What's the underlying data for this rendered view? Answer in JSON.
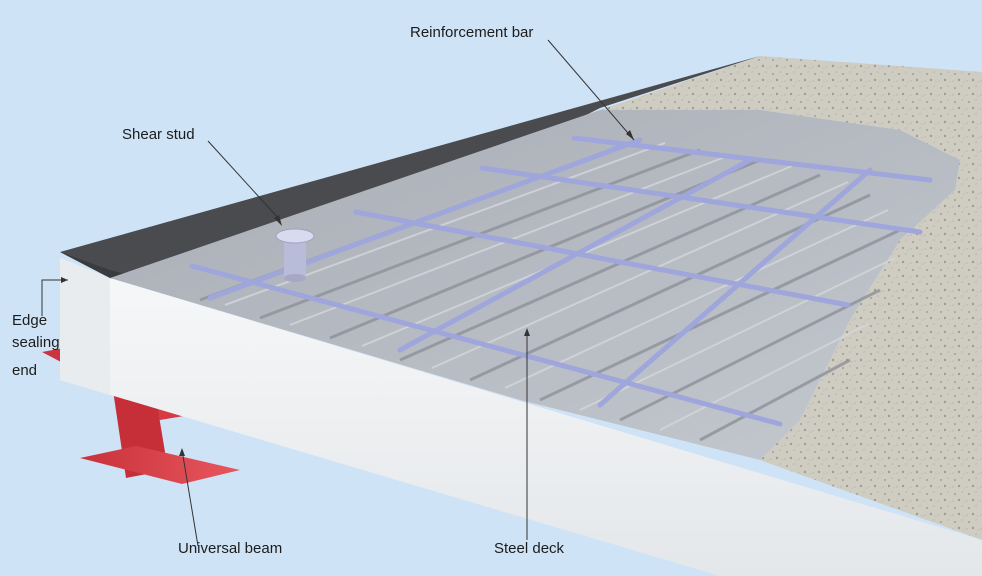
{
  "labels": {
    "reinforcement_bar": "Reinforcement bar",
    "shear_stud": "Shear stud",
    "edge_sealing_line1": "Edge",
    "edge_sealing_line2": "sealing",
    "edge_sealing_line3": "end",
    "universal_beam": "Universal beam",
    "steel_deck": "Steel deck"
  },
  "colors": {
    "background": "#cfe3f6",
    "slab_top": "#4a4b4f",
    "slab_edge": "#eef0f2",
    "concrete": "#cfccc2",
    "steel_deck": "#b9bdc5",
    "rebar": "#9ea6dc",
    "beam": "#e0454d"
  }
}
